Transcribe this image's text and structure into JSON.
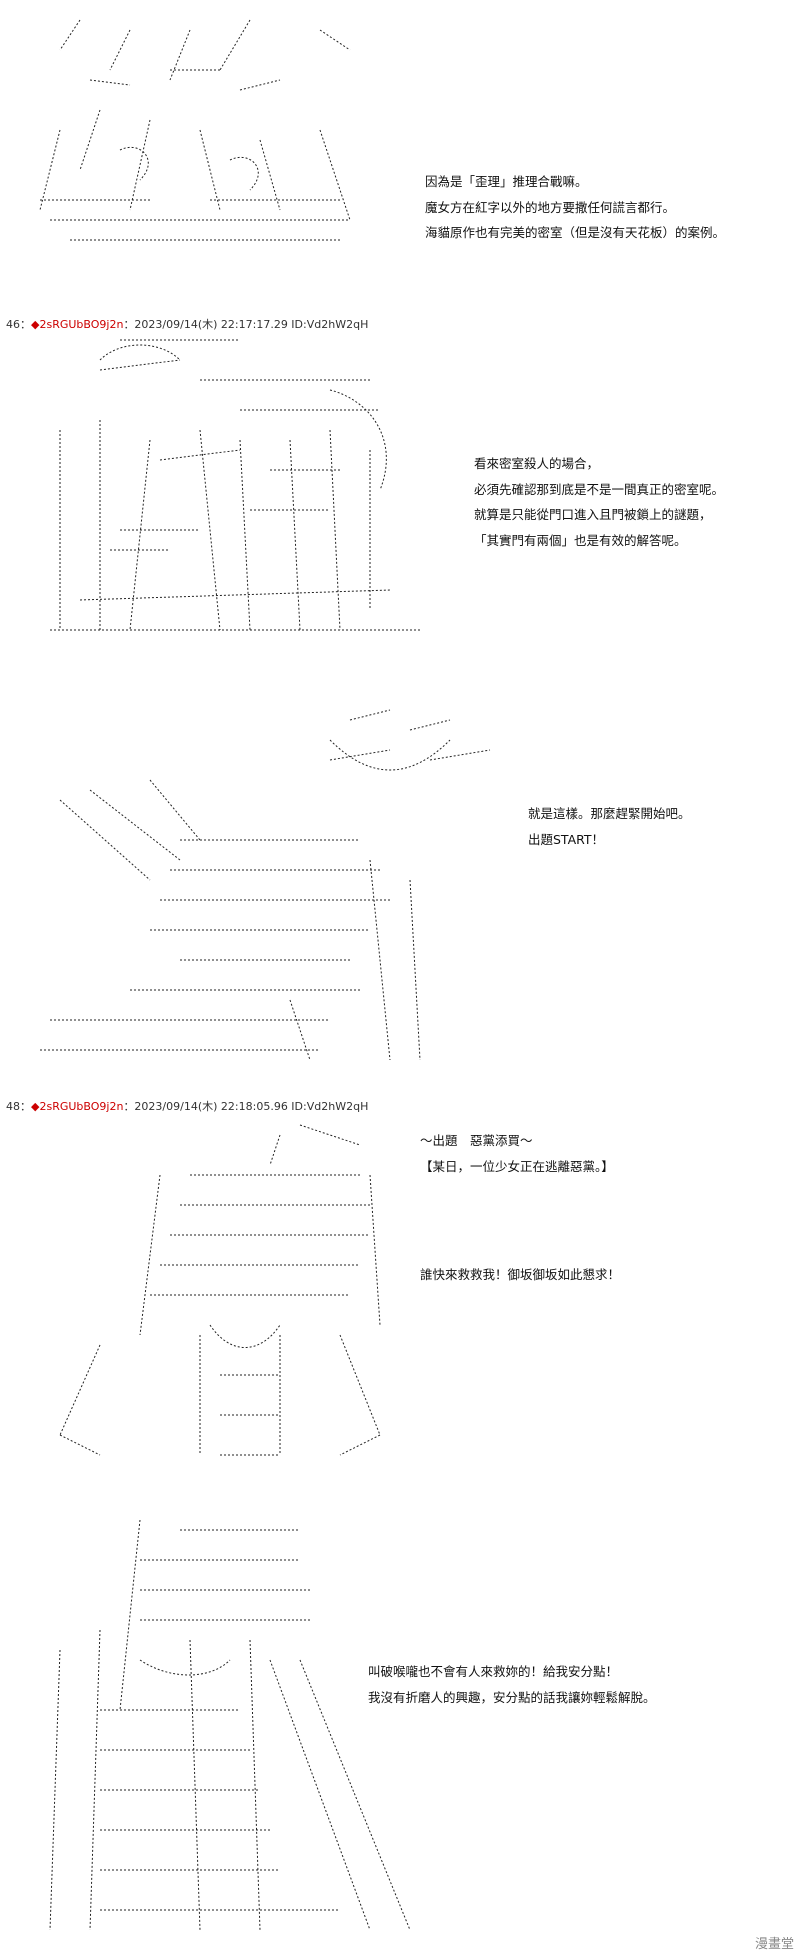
{
  "panels": [
    {
      "captions": [
        "因為是「歪理」推理合戰嘛。",
        "魔女方在紅字以外的地方要撒任何謊言都行。",
        "海貓原作也有完美的密室（但是沒有天花板）的案例。"
      ]
    },
    {
      "header": {
        "number": "46：",
        "trip": "◆2sRGUbBO9j2n",
        "meta": "：2023/09/14(木) 22:17:17.29 ID:Vd2hW2qH"
      },
      "captions": [
        "看來密室殺人的場合，",
        "必須先確認那到底是不是一間真正的密室呢。",
        "就算是只能從門口進入且門被鎖上的謎題，",
        "「其實門有兩個」也是有效的解答呢。"
      ]
    },
    {
      "captions": [
        "就是這樣。那麼趕緊開始吧。",
        "出題START！"
      ]
    },
    {
      "header": {
        "number": "48：",
        "trip": "◆2sRGUbBO9j2n",
        "meta": "：2023/09/14(木) 22:18:05.96 ID:Vd2hW2qH"
      },
      "captions": [
        "～出題　惡黨添買～",
        "【某日，一位少女正在逃離惡黨。】",
        "",
        "",
        "",
        "誰快來救救我！御坂御坂如此懇求！"
      ]
    },
    {
      "captions": [
        "叫破喉嚨也不會有人來救妳的！給我安分點！",
        "我沒有折磨人的興趣，安分點的話我讓妳輕鬆解脫。"
      ]
    }
  ],
  "watermark": "漫畫堂"
}
